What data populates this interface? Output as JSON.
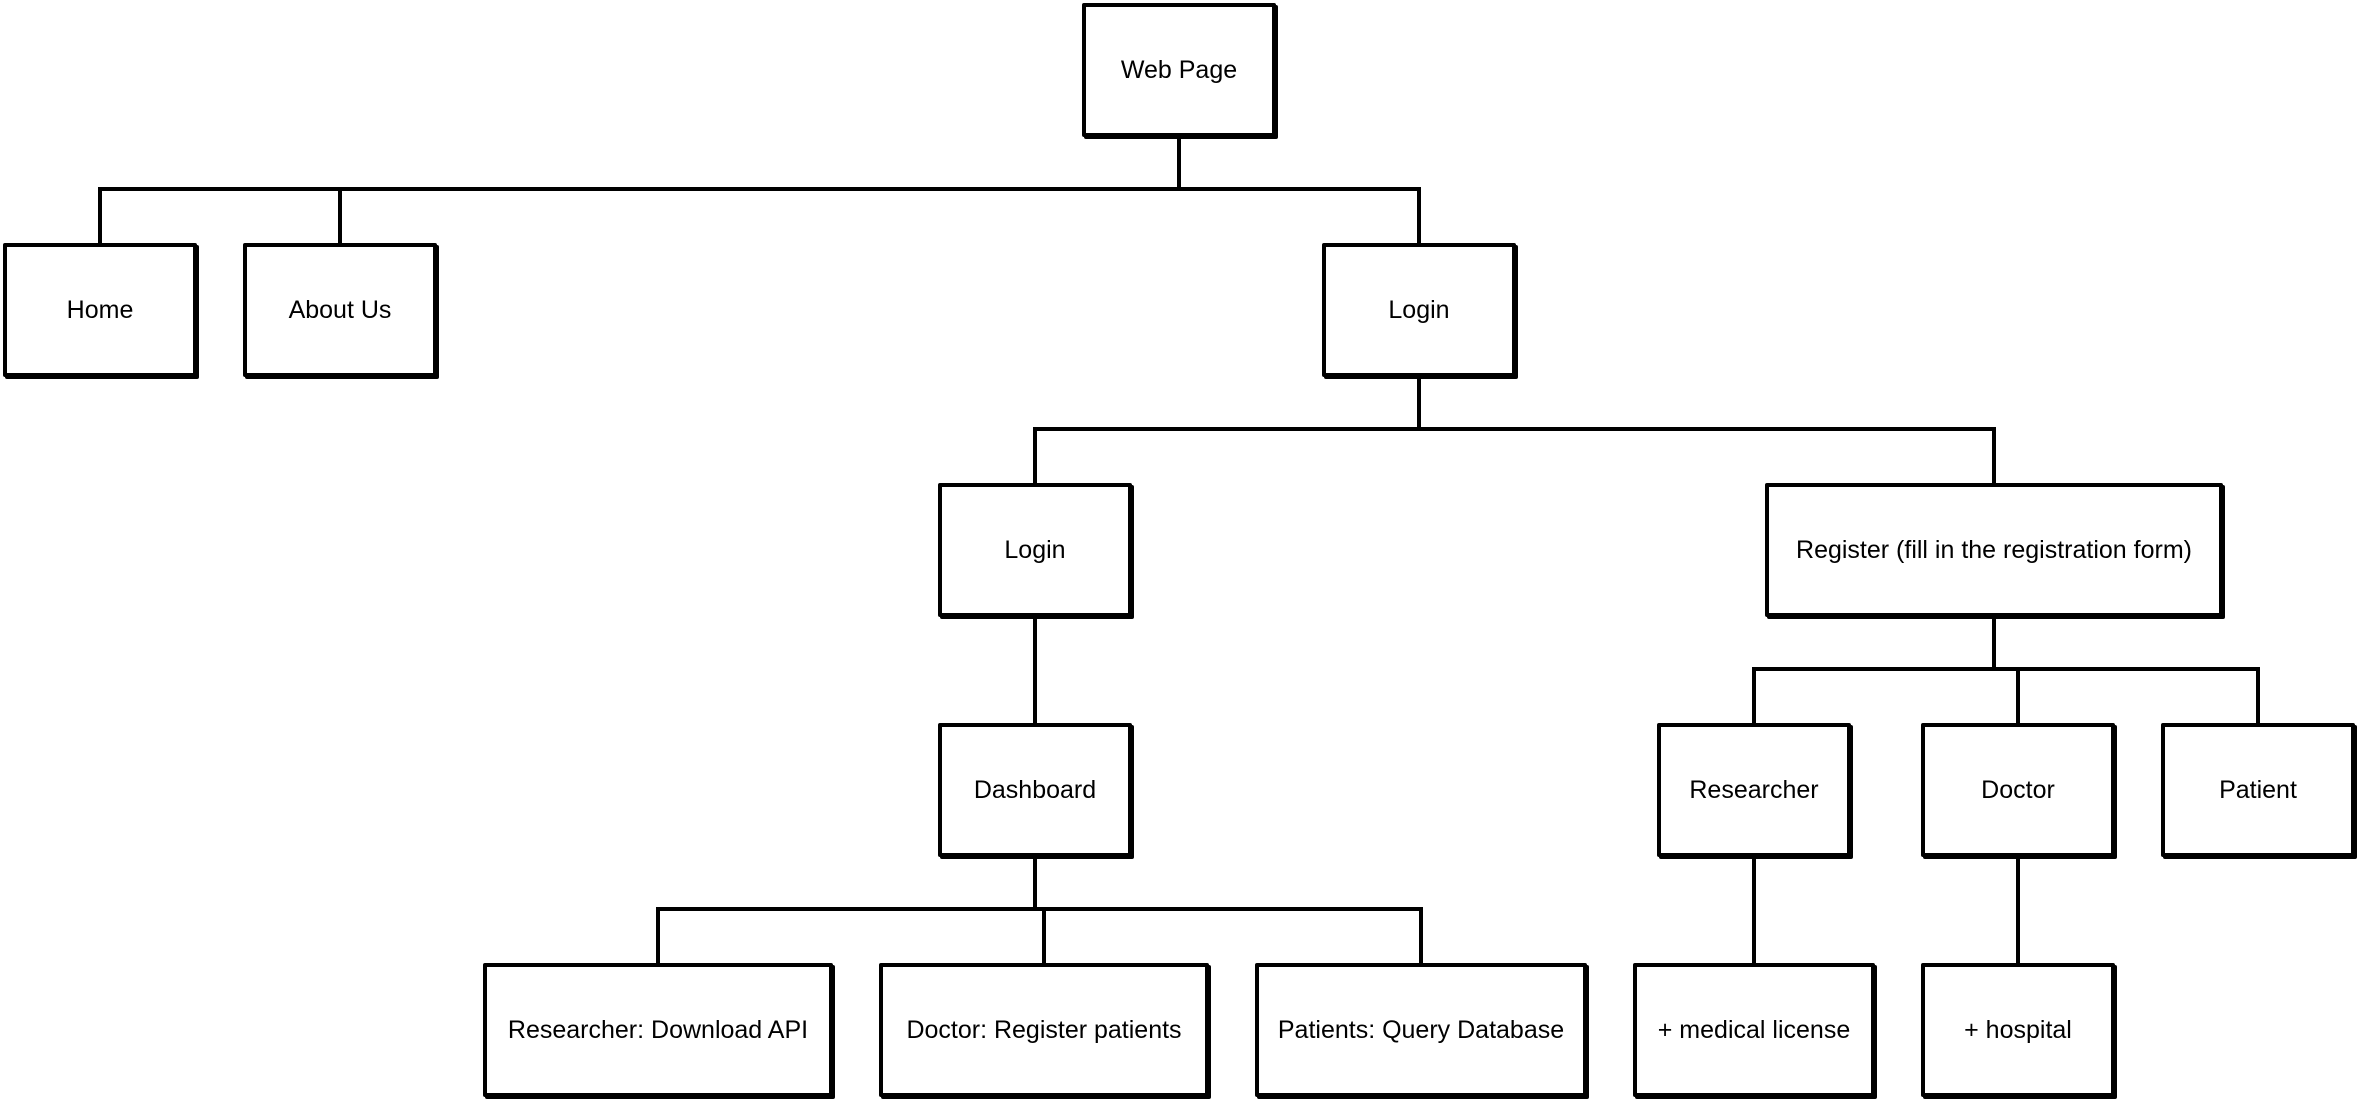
{
  "diagram": {
    "nodes": {
      "web_page": "Web Page",
      "home": "Home",
      "about_us": "About Us",
      "login_main": "Login",
      "login": "Login",
      "register": "Register (fill in the registration form)",
      "dashboard": "Dashboard",
      "researcher": "Researcher",
      "doctor": "Doctor",
      "patient": "Patient",
      "researcher_download_api": "Researcher: Download API",
      "doctor_register_patients": "Doctor: Register patients",
      "patients_query_database": "Patients: Query Database",
      "medical_license": "+ medical license",
      "hospital": "+ hospital"
    }
  }
}
